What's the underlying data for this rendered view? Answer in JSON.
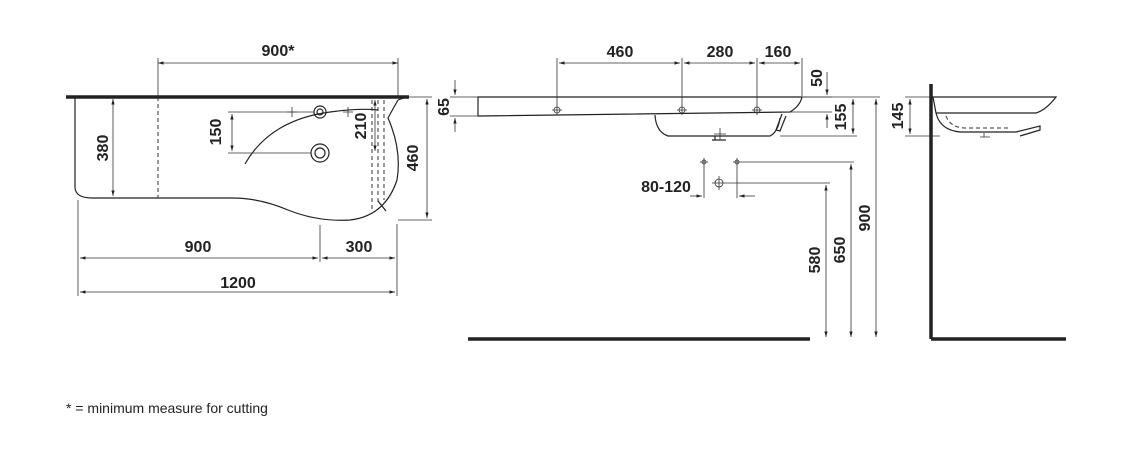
{
  "top_view": {
    "dims": {
      "cut_width": "900*",
      "depth": "380",
      "tap_offset": "150",
      "tap_to_edge": "210",
      "total_depth": "460",
      "left_part": "900",
      "right_part": "300",
      "total_width": "1200"
    }
  },
  "side_view": {
    "dims": {
      "a": "460",
      "b": "280",
      "c": "160",
      "top_offset": "50",
      "thickness": "65",
      "bowl_depth": "155",
      "drain_range": "80-120",
      "h580": "580",
      "h650": "650",
      "h900": "900"
    }
  },
  "end_view": {
    "dims": {
      "height": "145"
    }
  },
  "note": "* = minimum measure for cutting"
}
